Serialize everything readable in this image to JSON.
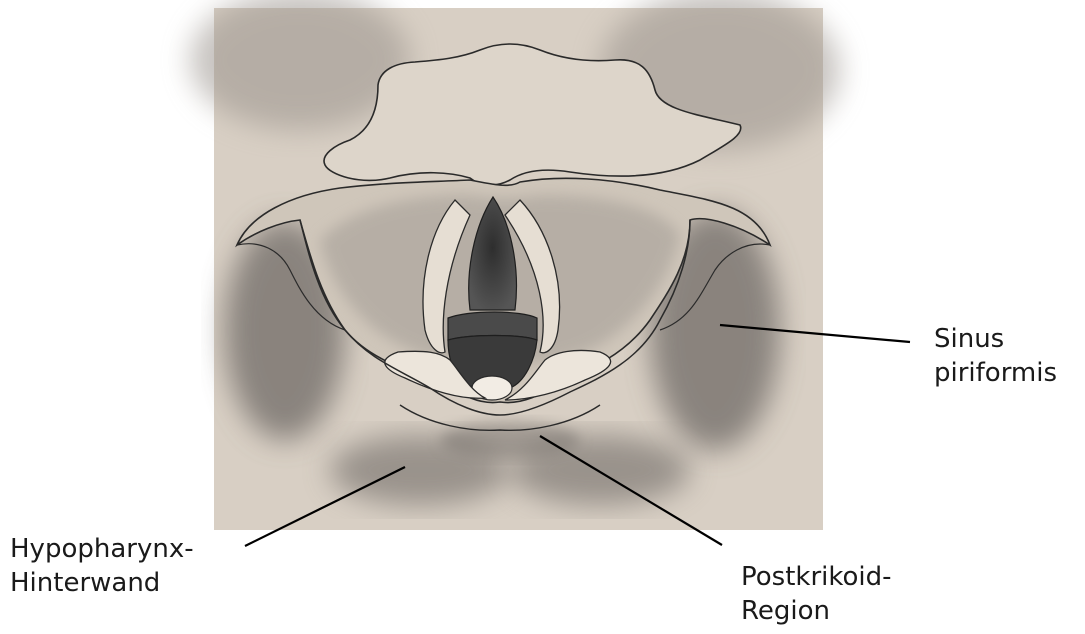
{
  "labels": {
    "sinus": {
      "line1": "Sinus",
      "line2": "piriformis"
    },
    "hypopharynx": {
      "line1": "Hypopharynx-",
      "line2": "Hinterwand"
    },
    "postkrikoid": {
      "line1": "Postkrikoid-",
      "line2": "Region"
    }
  },
  "colors": {
    "paper": "#d8cfc4",
    "shading": "#6f6a66",
    "glottis": "#3a3a3a",
    "pencil": "#2a2a2a",
    "background": "#ffffff"
  }
}
